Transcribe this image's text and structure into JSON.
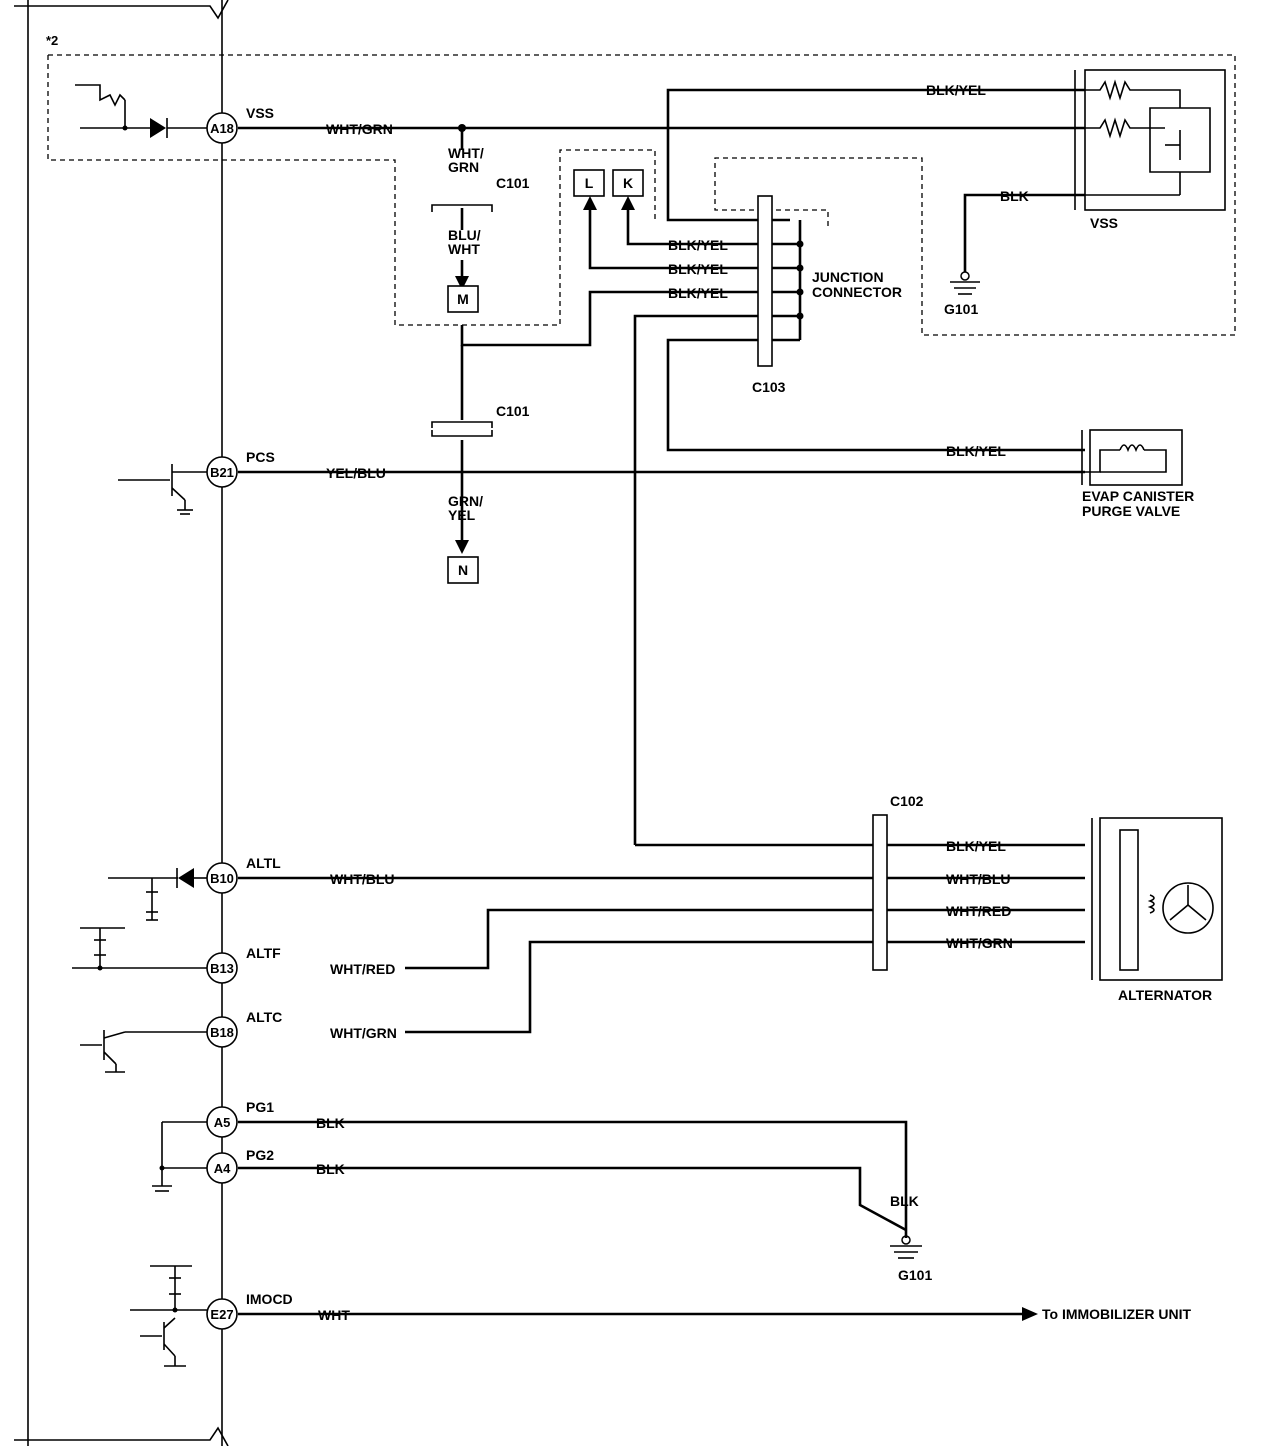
{
  "labels": {
    "note2": "*2",
    "pin_a18": "A18",
    "sig_vss": "VSS",
    "w_a18": "WHT/GRN",
    "c101_top_wire_a": "WHT/",
    "c101_top_wire_b": "GRN",
    "c101_top": "C101",
    "c101_bot_wire_a": "BLU/",
    "c101_bot_wire_b": "WHT",
    "box_m": "M",
    "box_l": "L",
    "box_k": "K",
    "bky1": "BLK/YEL",
    "bky2": "BLK/YEL",
    "bky3": "BLK/YEL",
    "jc_a": "JUNCTION",
    "jc_b": "CONNECTOR",
    "c103": "C103",
    "vss_top": "BLK/YEL",
    "vss_blk": "BLK",
    "vss_comp": "VSS",
    "g101_top": "G101",
    "c101_mid": "C101",
    "pin_b21": "B21",
    "sig_pcs": "PCS",
    "w_b21": "YEL/BLU",
    "grn_a": "GRN/",
    "grn_b": "YEL",
    "box_n": "N",
    "evap_wire": "BLK/YEL",
    "evap_a": "EVAP CANISTER",
    "evap_b": "PURGE VALVE",
    "c102": "C102",
    "alt_w1": "BLK/YEL",
    "alt_w2": "WHT/BLU",
    "alt_w3": "WHT/RED",
    "alt_w4": "WHT/GRN",
    "alternator": "ALTERNATOR",
    "pin_b10": "B10",
    "sig_altl": "ALTL",
    "w_b10": "WHT/BLU",
    "pin_b13": "B13",
    "sig_altf": "ALTF",
    "w_b13": "WHT/RED",
    "pin_b18": "B18",
    "sig_altc": "ALTC",
    "w_b18": "WHT/GRN",
    "pin_a5": "A5",
    "sig_pg1": "PG1",
    "w_a5": "BLK",
    "pin_a4": "A4",
    "sig_pg2": "PG2",
    "w_a4": "BLK",
    "g_blk": "BLK",
    "g101_bot": "G101",
    "pin_e27": "E27",
    "sig_imocd": "IMOCD",
    "w_e27": "WHT",
    "immobilizer": "To IMMOBILIZER UNIT"
  }
}
